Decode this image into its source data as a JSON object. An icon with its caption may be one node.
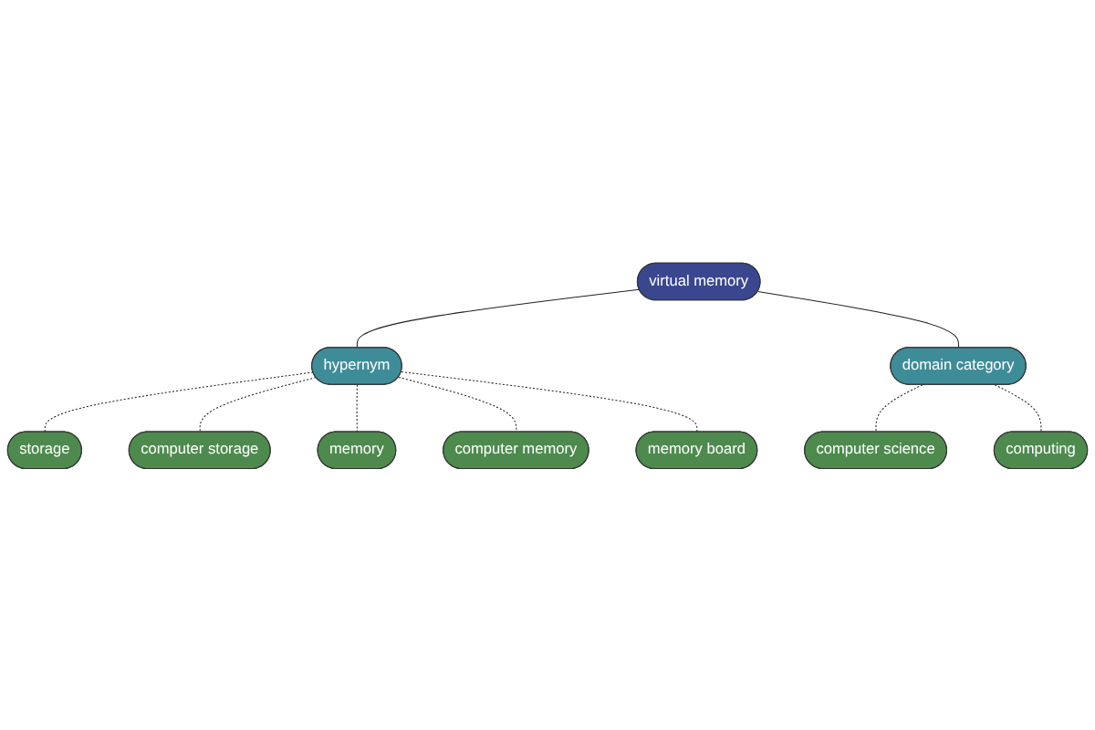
{
  "diagram": {
    "nodes": [
      {
        "text": [
          "storage"
        ]
      },
      {
        "text": [
          "computer science"
        ]
      },
      {
        "text": [
          "computing"
        ]
      },
      {
        "text": [
          "computer storage"
        ]
      },
      {
        "text": [
          "memory"
        ]
      },
      {
        "text": [
          "domain category"
        ]
      },
      {
        "text": [
          "hypernym"
        ]
      },
      {
        "text": [
          "virtual memory"
        ]
      },
      {
        "text": [
          "computer memory"
        ]
      },
      {
        "text": [
          "memory board"
        ]
      }
    ],
    "edges": [
      {
        "from": 6,
        "to": 0,
        "arrow": "none",
        "style": "dashed"
      },
      {
        "from": 6,
        "to": 3,
        "arrow": "none",
        "style": "dashed"
      },
      {
        "from": 6,
        "to": 4,
        "arrow": "none",
        "style": "dashed"
      },
      {
        "from": 6,
        "to": 8,
        "arrow": "none",
        "style": "dashed"
      },
      {
        "from": 6,
        "to": 9,
        "arrow": "none",
        "style": "dashed"
      },
      {
        "from": 5,
        "to": 1,
        "arrow": "none",
        "style": "dashed"
      },
      {
        "from": 5,
        "to": 2,
        "arrow": "none",
        "style": "dashed"
      },
      {
        "from": 7,
        "to": 6,
        "arrow": "none"
      },
      {
        "from": 7,
        "to": 5,
        "arrow": "none"
      }
    ]
  }
}
